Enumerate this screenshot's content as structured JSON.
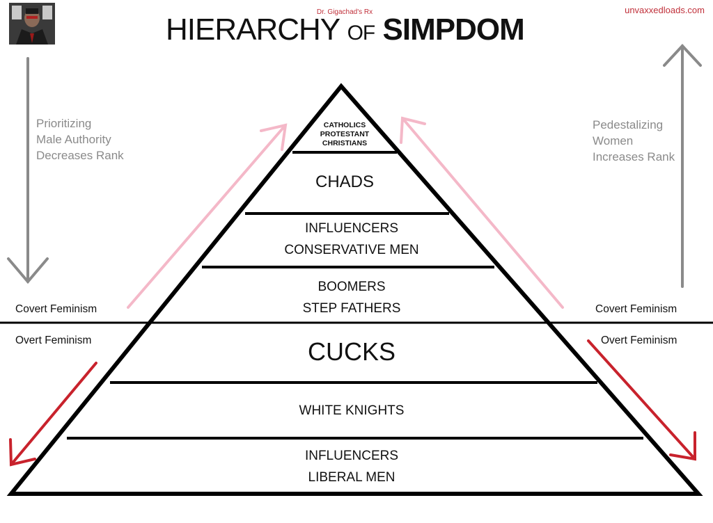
{
  "header": {
    "credit": "Dr. Gigachad's Rx",
    "site": "unvaxxedloads.com",
    "title_part1": "HIERARCHY",
    "title_part2": "OF",
    "title_part3": "SIMPDOM"
  },
  "left_side": {
    "lines": [
      "Prioritizing",
      "Male Authority",
      "Decreases Rank"
    ],
    "covert_label": "Covert Feminism",
    "overt_label": "Overt Feminism"
  },
  "right_side": {
    "lines": [
      "Pedestalizing",
      "Women",
      "Increases Rank"
    ],
    "covert_label": "Covert Feminism",
    "overt_label": "Overt Feminism"
  },
  "pyramid": {
    "tiers": [
      {
        "lines": [
          "CATHOLICS",
          "PROTESTANT",
          "CHRISTIANS"
        ]
      },
      {
        "lines": [
          "CHADS"
        ]
      },
      {
        "lines": [
          "INFLUENCERS",
          "CONSERVATIVE MEN"
        ]
      },
      {
        "lines": [
          "BOOMERS",
          "STEP FATHERS"
        ]
      },
      {
        "lines": [
          "CUCKS"
        ]
      },
      {
        "lines": [
          "WHITE KNIGHTS"
        ]
      },
      {
        "lines": [
          "INFLUENCERS",
          "LIBERAL MEN"
        ]
      }
    ]
  },
  "colors": {
    "pink_arrow": "#f4b8c8",
    "red_arrow": "#c8222c",
    "grey_arrow": "#8a8a8a",
    "line": "#000000"
  },
  "icons": {
    "avatar": "avatar-icon"
  }
}
